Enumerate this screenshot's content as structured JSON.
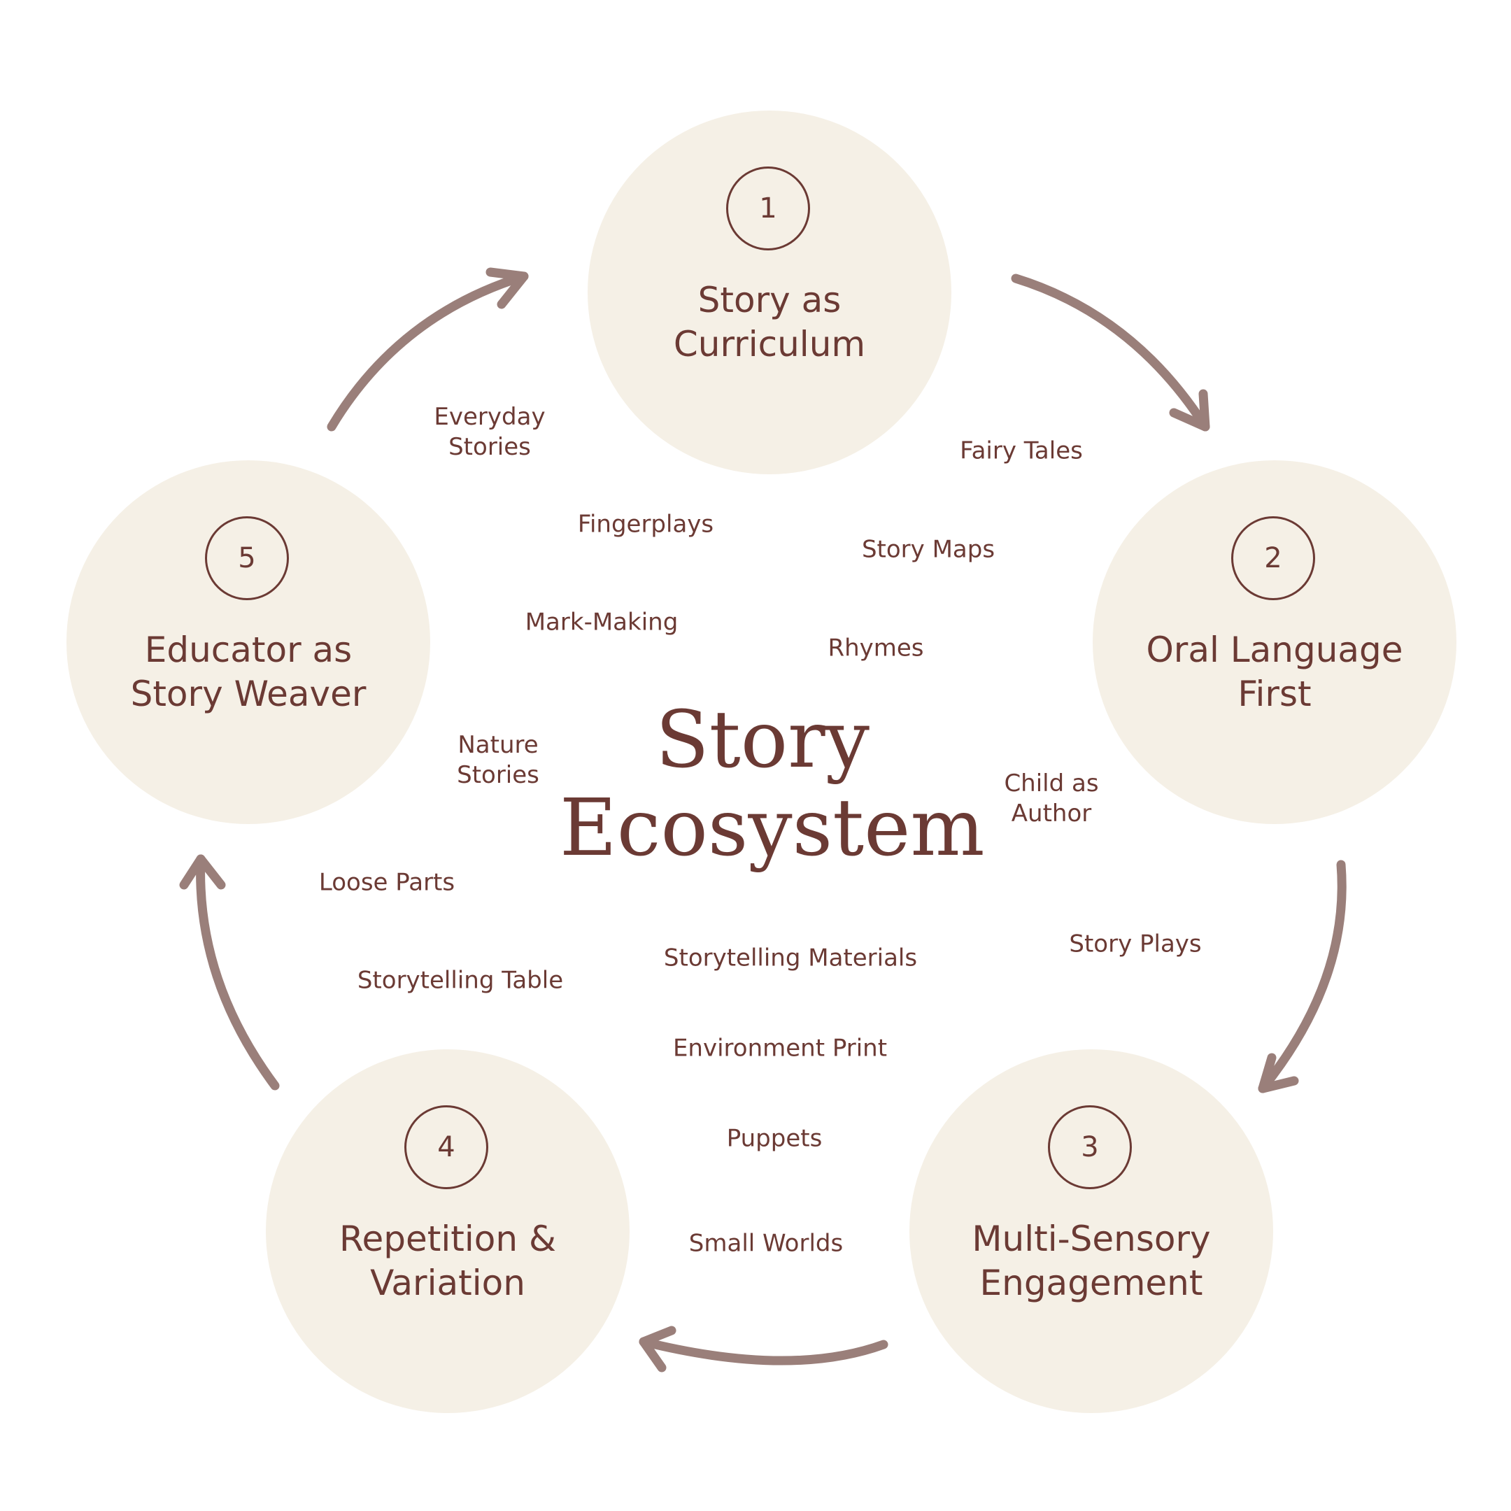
{
  "diagram": {
    "center_title": "Story\nEcosystem",
    "colors": {
      "node_fill": "#f5f0e6",
      "text": "#6b3a34",
      "arrow": "#9a7f7a"
    },
    "nodes": [
      {
        "number": "1",
        "title": "Story as\nCurriculum"
      },
      {
        "number": "2",
        "title": "Oral Language\nFirst"
      },
      {
        "number": "3",
        "title": "Multi-Sensory\nEngagement"
      },
      {
        "number": "4",
        "title": "Repetition &\nVariation"
      },
      {
        "number": "5",
        "title": "Educator as\nStory Weaver"
      }
    ],
    "tags": [
      "Everyday\nStories",
      "Fairy Tales",
      "Fingerplays",
      "Story Maps",
      "Mark-Making",
      "Rhymes",
      "Nature\nStories",
      "Child as\nAuthor",
      "Loose Parts",
      "Story Plays",
      "Storytelling Materials",
      "Storytelling Table",
      "Environment Print",
      "Puppets",
      "Small Worlds"
    ]
  }
}
